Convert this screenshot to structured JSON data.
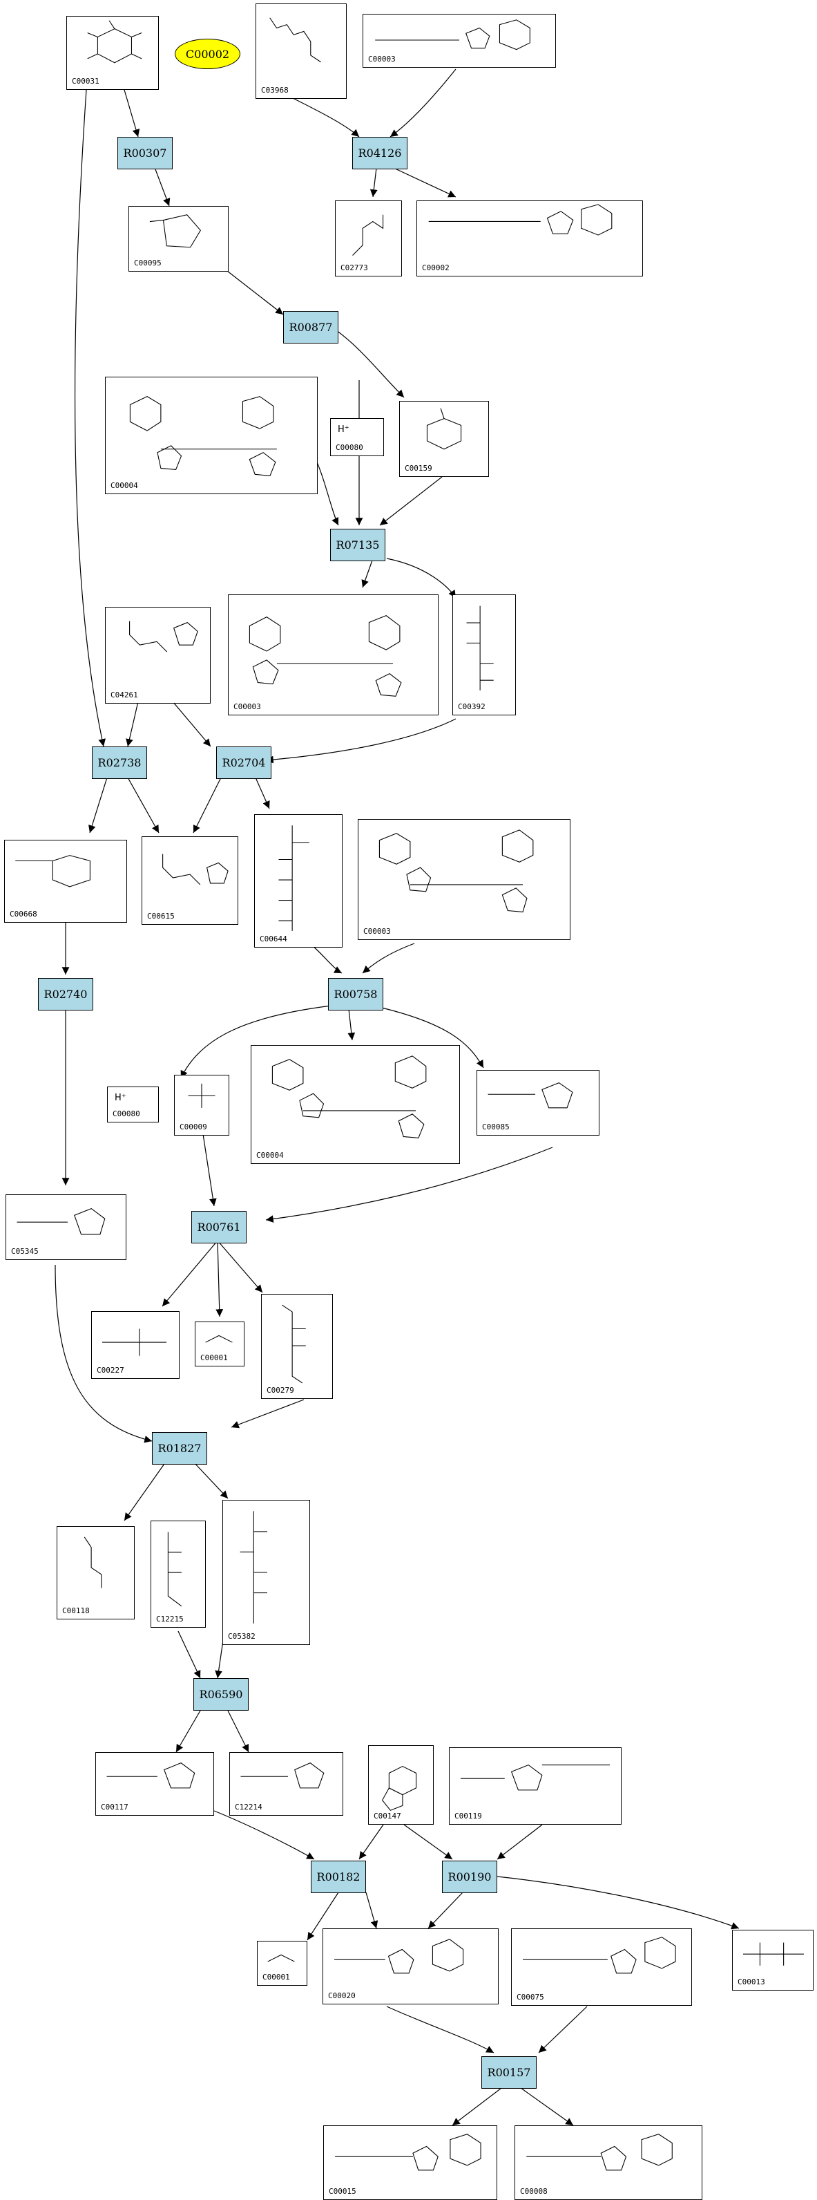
{
  "highlight": {
    "id": "C00002"
  },
  "compounds": [
    {
      "id": "C00031",
      "kind": "hexose-ring"
    },
    {
      "id": "C03968",
      "kind": "chain"
    },
    {
      "id": "C00003",
      "kind": "nucleotide"
    },
    {
      "id": "C00095",
      "kind": "furanose"
    },
    {
      "id": "C02773",
      "kind": "chain"
    },
    {
      "id": "C00002",
      "kind": "nucleotide"
    },
    {
      "id": "C00004",
      "kind": "nucleotide"
    },
    {
      "id": "C00080",
      "kind": "proton",
      "text": "H⁺"
    },
    {
      "id": "C00159",
      "kind": "hexose-ring"
    },
    {
      "id": "C04261",
      "kind": "peptide"
    },
    {
      "id": "C00003",
      "kind": "nucleotide"
    },
    {
      "id": "C00392",
      "kind": "chain"
    },
    {
      "id": "C00668",
      "kind": "hexose-ring"
    },
    {
      "id": "C00615",
      "kind": "peptide"
    },
    {
      "id": "C00644",
      "kind": "chain"
    },
    {
      "id": "C00003",
      "kind": "nucleotide"
    },
    {
      "id": "C00080",
      "kind": "proton",
      "text": "H⁺"
    },
    {
      "id": "C00009",
      "kind": "phosphate"
    },
    {
      "id": "C00004",
      "kind": "nucleotide"
    },
    {
      "id": "C00085",
      "kind": "furanose"
    },
    {
      "id": "C05345",
      "kind": "furanose"
    },
    {
      "id": "C00227",
      "kind": "small"
    },
    {
      "id": "C00001",
      "kind": "water"
    },
    {
      "id": "C00279",
      "kind": "chain"
    },
    {
      "id": "C00118",
      "kind": "chain"
    },
    {
      "id": "C12215",
      "kind": "chain"
    },
    {
      "id": "C05382",
      "kind": "chain"
    },
    {
      "id": "C00117",
      "kind": "furanose"
    },
    {
      "id": "C12214",
      "kind": "furanose"
    },
    {
      "id": "C00147",
      "kind": "purine"
    },
    {
      "id": "C00119",
      "kind": "furanose"
    },
    {
      "id": "C00001",
      "kind": "water"
    },
    {
      "id": "C00020",
      "kind": "nucleotide"
    },
    {
      "id": "C00075",
      "kind": "nucleotide"
    },
    {
      "id": "C00013",
      "kind": "phosphate"
    },
    {
      "id": "C00015",
      "kind": "nucleotide"
    },
    {
      "id": "C00008",
      "kind": "nucleotide"
    }
  ],
  "reactions": [
    "R00307",
    "R04126",
    "R00877",
    "R07135",
    "R02738",
    "R02704",
    "R02740",
    "R00758",
    "R00761",
    "R01827",
    "R06590",
    "R00182",
    "R00190",
    "R00157"
  ]
}
